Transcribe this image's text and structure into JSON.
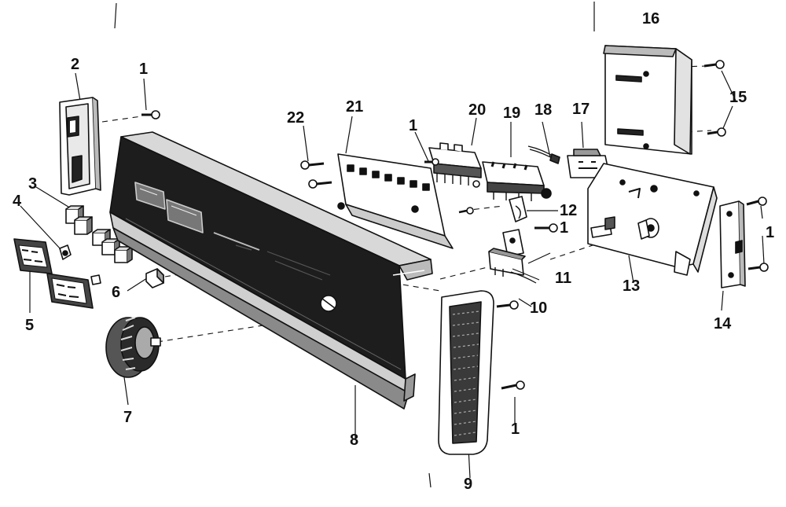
{
  "colors": {
    "ink": "#111111",
    "paper": "#ffffff",
    "dark": "#2a2a2a",
    "mid": "#8a8a8a",
    "light": "#d8d8d8"
  },
  "parts": [
    {
      "id": "p1a",
      "label": "1",
      "name": "screw"
    },
    {
      "id": "p2",
      "label": "2",
      "name": "end-cap-left"
    },
    {
      "id": "p3",
      "label": "3",
      "name": "push-buttons"
    },
    {
      "id": "p4",
      "label": "4",
      "name": "spring-clip"
    },
    {
      "id": "p5",
      "label": "5",
      "name": "button-bezel"
    },
    {
      "id": "p6",
      "label": "6",
      "name": "indicator-light"
    },
    {
      "id": "p7",
      "label": "7",
      "name": "timer-knob"
    },
    {
      "id": "p8",
      "label": "8",
      "name": "control-panel"
    },
    {
      "id": "p9",
      "label": "9",
      "name": "vent-grille"
    },
    {
      "id": "p10",
      "label": "10",
      "name": "door-switch"
    },
    {
      "id": "p11",
      "label": "11",
      "name": "switch-bracket"
    },
    {
      "id": "p12",
      "label": "12",
      "name": "clip"
    },
    {
      "id": "p13",
      "label": "13",
      "name": "timer-bracket"
    },
    {
      "id": "p14",
      "label": "14",
      "name": "end-bracket-right"
    },
    {
      "id": "p15",
      "label": "15",
      "name": "screw-pair"
    },
    {
      "id": "p16",
      "label": "16",
      "name": "timer-cover"
    },
    {
      "id": "p17",
      "label": "17",
      "name": "timer"
    },
    {
      "id": "p18",
      "label": "18",
      "name": "wire-harness"
    },
    {
      "id": "p19",
      "label": "19",
      "name": "selector-switch"
    },
    {
      "id": "p20",
      "label": "20",
      "name": "push-button-switch"
    },
    {
      "id": "p21",
      "label": "21",
      "name": "switch-mounting-plate"
    },
    {
      "id": "p22",
      "label": "22",
      "name": "screw-22"
    },
    {
      "id": "p1b",
      "label": "1",
      "name": "screw"
    },
    {
      "id": "p1c",
      "label": "1",
      "name": "screw"
    },
    {
      "id": "p1d",
      "label": "1",
      "name": "screw"
    },
    {
      "id": "p1e",
      "label": "1",
      "name": "screw"
    }
  ]
}
